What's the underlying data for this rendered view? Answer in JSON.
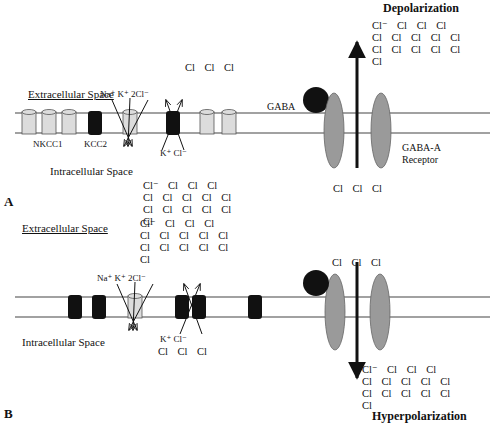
{
  "diagram": {
    "nodes": [
      {
        "text": [
          "GABA"
        ]
      },
      {
        "text": [
          "GABA-A Receptor"
        ]
      }
    ],
    "labels": [
      "Depolarization",
      "Cl⁻ Cl Cl Cl Cl Cl Cl Cl Cl Cl Cl Cl Cl Cl Cl",
      "Extracellular Space",
      "Cl Cl Cl",
      "Na⁺ K⁺ 2Cl⁻",
      "NKCC1",
      "KCC2",
      "K⁺ Cl⁻",
      "Intracellular Space",
      "Cl⁻ Cl Cl Cl Cl Cl Cl Cl Cl Cl Cl Cl Cl Cl Cl",
      "Cl Cl Cl",
      "A",
      "Extracellular Space",
      "Cl⁻ Cl Cl Cl Cl Cl Cl Cl Cl Cl Cl Cl Cl Cl Cl",
      "Cl Cl Cl",
      "Na⁺ K⁺ 2Cl⁻",
      "K⁺ Cl⁻",
      "Intracellular Space",
      "Cl Cl Cl",
      "Cl⁻ Cl Cl Cl Cl Cl Cl Cl Cl Cl Cl Cl Cl Cl Cl",
      "Hyperpolarization",
      "B"
    ]
  }
}
